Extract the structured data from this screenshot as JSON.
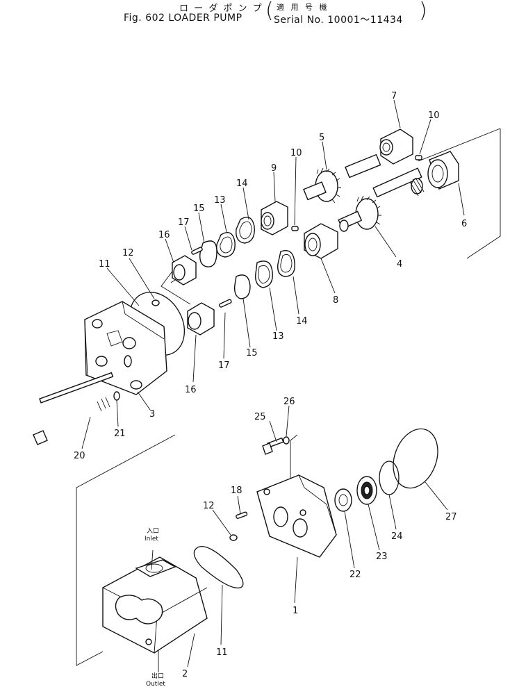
{
  "title": {
    "japanese": "ロ ー ダ  ポ ン プ",
    "figure": "Fig. 602  LOADER  PUMP",
    "serial_japanese": "適 用 号 機",
    "serial": "Serial No. 10001～11434"
  },
  "callouts": [
    {
      "id": "c1",
      "label": "1"
    },
    {
      "id": "c2",
      "label": "2"
    },
    {
      "id": "c3",
      "label": "3"
    },
    {
      "id": "c4",
      "label": "4"
    },
    {
      "id": "c5",
      "label": "5"
    },
    {
      "id": "c6",
      "label": "6"
    },
    {
      "id": "c7",
      "label": "7"
    },
    {
      "id": "c8",
      "label": "8"
    },
    {
      "id": "c9",
      "label": "9"
    },
    {
      "id": "c10a",
      "label": "10"
    },
    {
      "id": "c10b",
      "label": "10"
    },
    {
      "id": "c11a",
      "label": "11"
    },
    {
      "id": "c11b",
      "label": "11"
    },
    {
      "id": "c12a",
      "label": "12"
    },
    {
      "id": "c12b",
      "label": "12"
    },
    {
      "id": "c13a",
      "label": "13"
    },
    {
      "id": "c13b",
      "label": "13"
    },
    {
      "id": "c14a",
      "label": "14"
    },
    {
      "id": "c14b",
      "label": "14"
    },
    {
      "id": "c15a",
      "label": "15"
    },
    {
      "id": "c15b",
      "label": "15"
    },
    {
      "id": "c16a",
      "label": "16"
    },
    {
      "id": "c16b",
      "label": "16"
    },
    {
      "id": "c17a",
      "label": "17"
    },
    {
      "id": "c17b",
      "label": "17"
    },
    {
      "id": "c18",
      "label": "18"
    },
    {
      "id": "c20",
      "label": "20"
    },
    {
      "id": "c21",
      "label": "21"
    },
    {
      "id": "c22",
      "label": "22"
    },
    {
      "id": "c23",
      "label": "23"
    },
    {
      "id": "c24",
      "label": "24"
    },
    {
      "id": "c25",
      "label": "25"
    },
    {
      "id": "c26",
      "label": "26"
    },
    {
      "id": "c27",
      "label": "27"
    }
  ],
  "ports": {
    "inlet_jp": "入口",
    "inlet": "Inlet",
    "outlet_jp": "出口",
    "outlet": "Outlet"
  }
}
